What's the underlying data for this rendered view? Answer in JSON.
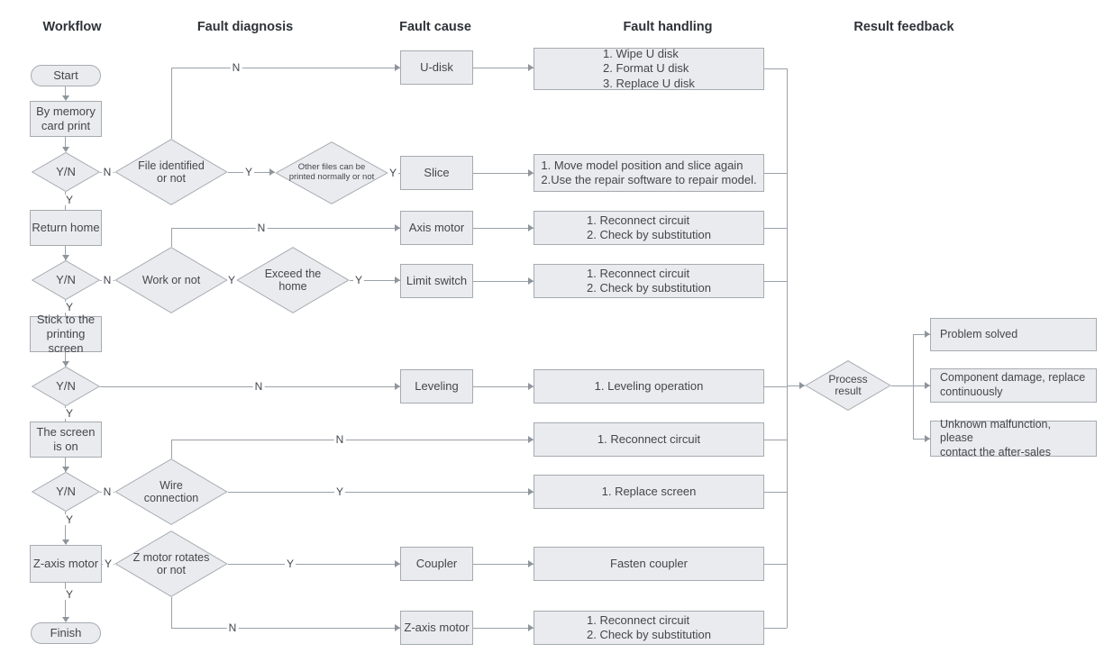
{
  "headers": {
    "workflow": "Workflow",
    "fault_diagnosis": "Fault diagnosis",
    "fault_cause": "Fault cause",
    "fault_handling": "Fault handling",
    "result_feedback": "Result feedback"
  },
  "labels": {
    "yes": "Y",
    "no": "N",
    "yn": "Y/N"
  },
  "workflow": {
    "start": "Start",
    "memory_card": "By memory\ncard print",
    "return_home": "Return home",
    "stick_screen": "Stick to the\nprinting screen",
    "screen_on": "The screen\nis on",
    "z_axis_motor": "Z-axis motor",
    "finish": "Finish"
  },
  "diagnosis": {
    "file_identified": "File identified\nor not",
    "other_files": "Other files can be\nprinted normally or not",
    "work_or_not": "Work or not",
    "exceed_home": "Exceed the\nhome",
    "wire_connection": "Wire\nconnection",
    "z_motor_rotates": "Z motor rotates\nor not",
    "process_result": "Process\nresult"
  },
  "causes": {
    "u_disk": "U-disk",
    "slice": "Slice",
    "axis_motor": "Axis motor",
    "limit_switch": "Limit switch",
    "leveling": "Leveling",
    "coupler": "Coupler",
    "z_axis_motor": "Z-axis motor"
  },
  "handling": {
    "u_disk": "1. Wipe U disk\n2. Format U disk\n3. Replace U disk",
    "slice": "1. Move model position and slice again\n2.Use the repair software to repair model.",
    "axis_motor": "1. Reconnect circuit\n2. Check by substitution",
    "limit_switch": "1. Reconnect circuit\n2. Check by substitution",
    "leveling": "1. Leveling operation",
    "screen_circuit": "1. Reconnect circuit",
    "screen_replace": "1. Replace screen",
    "coupler": "Fasten coupler",
    "z_axis_motor": "1. Reconnect circuit\n2. Check by substitution"
  },
  "feedback": {
    "solved": "Problem solved",
    "component": "Component damage, replace\ncontinuously",
    "unknown": "Unknown malfunction, please\ncontact the after-sales"
  },
  "colors": {
    "node_fill": "#e9ebee",
    "node_border": "#a6abb1",
    "line": "#9aa1a8",
    "text": "#43474d"
  }
}
